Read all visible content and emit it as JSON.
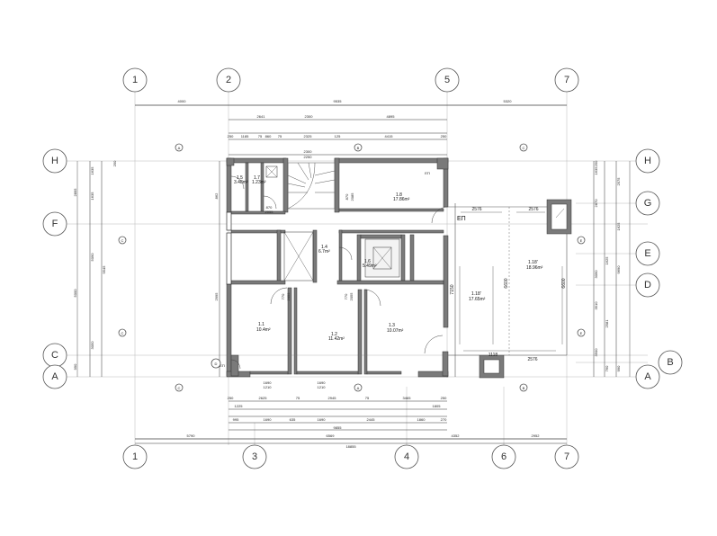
{
  "grid_bubbles": {
    "top": [
      "1",
      "2",
      "5",
      "7"
    ],
    "bottom": [
      "1",
      "3",
      "4",
      "6",
      "7"
    ],
    "left": [
      "H",
      "F",
      "C",
      "A"
    ],
    "right": [
      "H",
      "G",
      "E",
      "D",
      "B",
      "A"
    ]
  },
  "dimensions": {
    "top_row1": [
      "4000",
      "9535",
      "5320"
    ],
    "top_row2": [
      "2641",
      "2300",
      "4895"
    ],
    "top_row3": [
      "250",
      "1185",
      "75",
      "860",
      "75",
      "2325",
      "125",
      "4415",
      "250"
    ],
    "top_row4": [
      "2300",
      "2250"
    ],
    "bottom_row1": [
      "250",
      "2625",
      "75",
      "2945",
      "75",
      "3465",
      "250"
    ],
    "bottom_row2": [
      "1690",
      "1210",
      "1690",
      "1210"
    ],
    "bottom_row3": [
      "1225",
      "1805"
    ],
    "bottom_row4": [
      "995",
      "1690",
      "635",
      "1690",
      "2445",
      "1860",
      "270"
    ],
    "bottom_row5": [
      "9855"
    ],
    "bottom_row6": [
      "5790",
      "6569",
      "4352",
      "2952"
    ],
    "bottom_row7": [
      "18855"
    ],
    "left_col": [
      "2895",
      "5090",
      "9545",
      "5000",
      "3050",
      "990"
    ],
    "left_col2": [
      "1635",
      "862",
      "1635",
      "2995",
      "250"
    ],
    "right_col": [
      "1635",
      "2870",
      "3090",
      "3510",
      "3500"
    ],
    "right_col2": [
      "2575",
      "1625",
      "9690",
      "1625",
      "2581",
      "250",
      "760",
      "990"
    ],
    "right_wing": [
      "2576",
      "2576",
      "2576",
      "1118",
      "6600",
      "6600",
      "7150"
    ]
  },
  "rooms": [
    {
      "id": "r1",
      "num": "1.5",
      "area": "3.48m²"
    },
    {
      "id": "r2",
      "num": "1.7",
      "area": "1.23m²"
    },
    {
      "id": "r3",
      "num": "1.8",
      "area": "17.86m²"
    },
    {
      "id": "r4",
      "num": "1.4",
      "area": "6.7m²"
    },
    {
      "id": "r5",
      "num": "1.6",
      "area": "5.49m²"
    },
    {
      "id": "r6",
      "num": "1.1",
      "area": "10.4m²"
    },
    {
      "id": "r7",
      "num": "1.2",
      "area": "11.42m²"
    },
    {
      "id": "r8",
      "num": "1.3",
      "area": "10.07m²"
    },
    {
      "id": "r9",
      "num": "1.18'",
      "area": "18.96m²"
    },
    {
      "id": "r10",
      "num": "1.18'",
      "area": "17.65m²"
    }
  ],
  "door_tags": [
    "ΕΠ",
    "ΕΠ",
    "870",
    "2055",
    "770",
    "2055",
    "770",
    "2055",
    "870",
    "2085"
  ],
  "wing_label": "ΕΠ",
  "section_marks": [
    "A",
    "B",
    "C",
    "C",
    "A",
    "B",
    "C",
    "C",
    "E",
    "E",
    "D"
  ]
}
